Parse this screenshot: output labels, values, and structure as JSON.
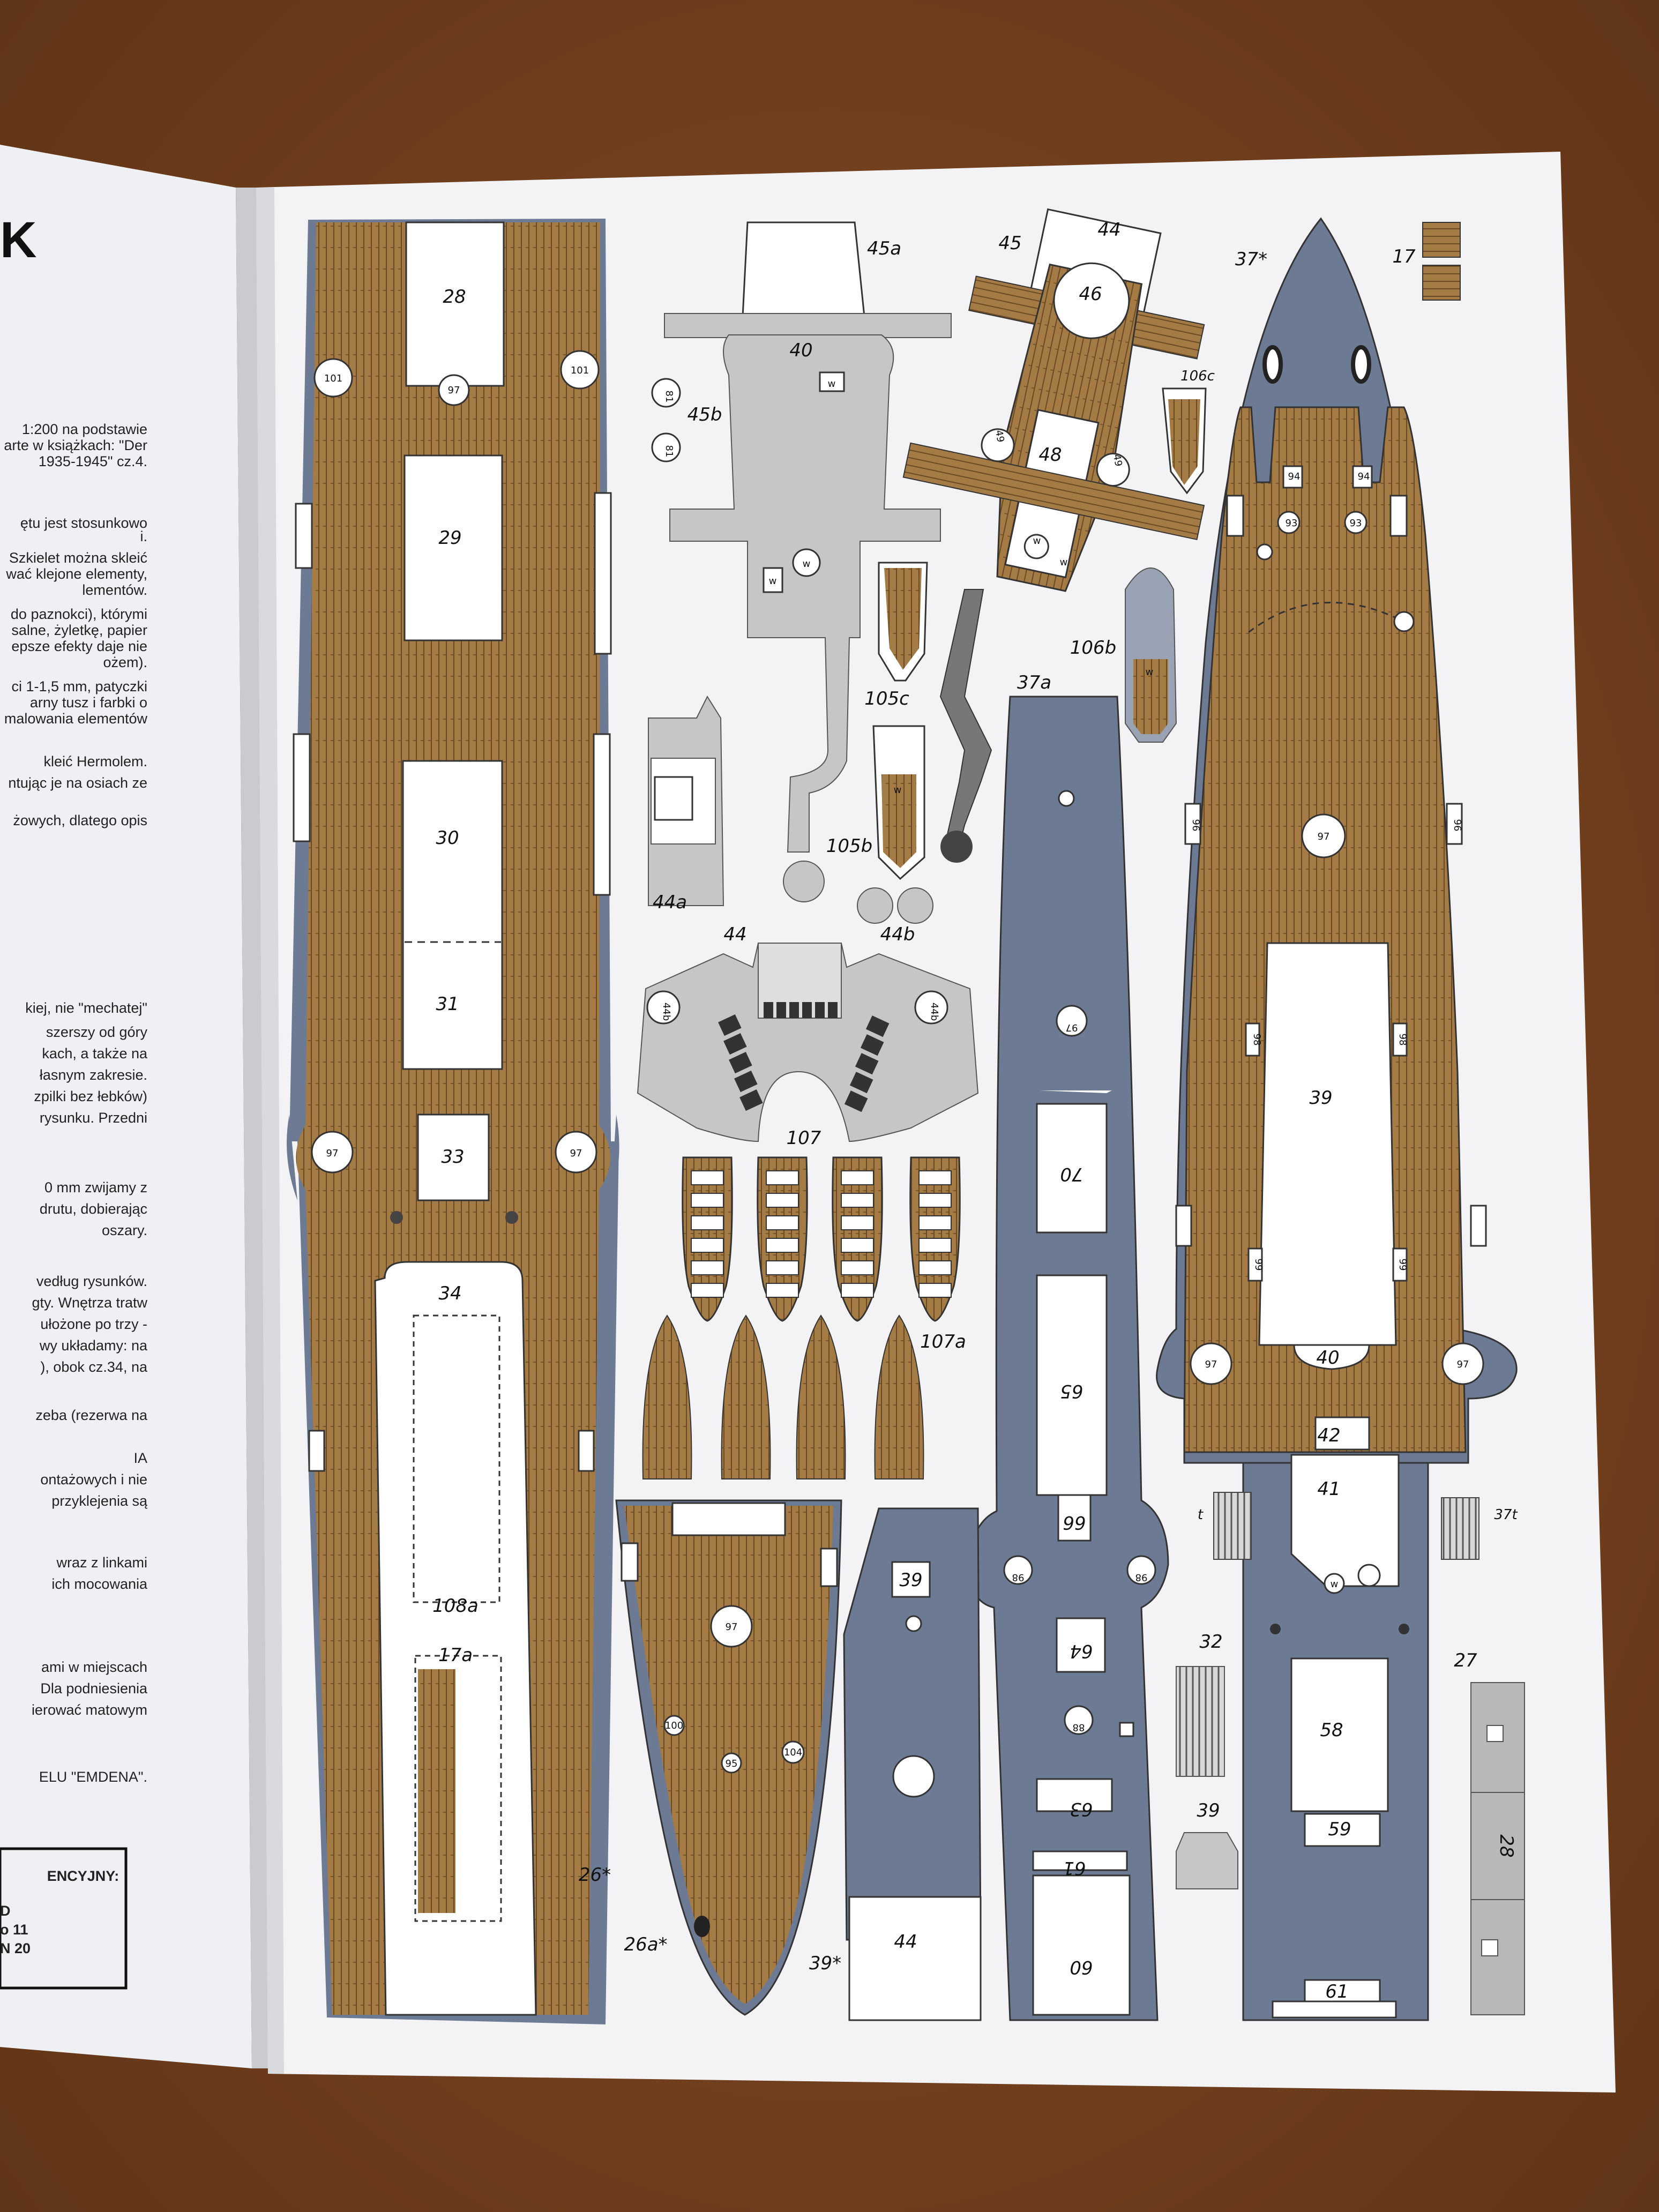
{
  "left_page": {
    "header_fragment": "K",
    "text_lines": [
      "1:200 na podstawie",
      "arte w książkach: \"Der",
      "1935-1945\" cz.4.",
      "ętu jest stosunkowo",
      "i.",
      "Szkielet można skleić",
      "wać klejone elementy,",
      "lementów.",
      "do paznokci), którymi",
      "salne, żyletkę, papier",
      "epsze efekty daje nie",
      "ożem).",
      "ci 1-1,5 mm, patyczki",
      "arny tusz i farbki o",
      "malowania elementów",
      "kleić Hermolem.",
      "ntując je na osiach ze",
      "żowych, dlatego opis",
      "kiej, nie \"mechatej\"",
      "szerszy od góry",
      "kach, a także na",
      "łasnym zakresie.",
      "zpilki bez łebków)",
      "rysunku. Przedni",
      "0 mm zwijamy z",
      "drutu, dobierając",
      "oszary.",
      "vedług rysunków.",
      "gty. Wnętrza tratw",
      "ułożone po trzy -",
      "wy układamy: na",
      "), obok cz.34, na",
      "zeba (rezerwa na",
      "IA",
      "ontażowych i nie",
      "przyklejenia są",
      "wraz z linkami",
      "ich mocowania",
      "ami w miejscach",
      "Dla podniesienia",
      "ierować matowym",
      "ELU \"EMDENA\"."
    ],
    "box_lines": [
      "ENCYJNY:",
      "D",
      "o 11",
      "N 20"
    ]
  },
  "parts": {
    "deck_main_labels": [
      "28",
      "29",
      "30",
      "31",
      "33",
      "34",
      "108a",
      "17a",
      "26*"
    ],
    "circle_labels": [
      "101",
      "101",
      "97",
      "97",
      "97"
    ],
    "bridge_labels": [
      "45a",
      "40",
      "45b",
      "81",
      "81",
      "w",
      "w",
      "w",
      "44a",
      "44",
      "44b",
      "44b",
      "44b"
    ],
    "upper_labels": [
      "45",
      "44",
      "46",
      "48",
      "49",
      "49",
      "w",
      "w",
      "106c",
      "105c",
      "105b",
      "106b",
      "w",
      "w",
      "37a"
    ],
    "boats_labels": [
      "107",
      "107a",
      "w"
    ],
    "bow_labels": [
      "37*",
      "17",
      "94",
      "94",
      "93",
      "93",
      "96",
      "96",
      "97",
      "98",
      "98",
      "99",
      "99",
      "39",
      "40",
      "97",
      "97",
      "42",
      "41",
      "37t",
      "t",
      "w"
    ],
    "center_labels": [
      "70",
      "65",
      "66",
      "64",
      "63",
      "61",
      "60",
      "98",
      "98",
      "88",
      "97"
    ],
    "lower_labels": [
      "26a*",
      "39*",
      "39",
      "44",
      "97",
      "100",
      "104",
      "95",
      "58",
      "59",
      "61",
      "32",
      "39",
      "27",
      "28"
    ]
  },
  "colors": {
    "background": "#7a4420",
    "page": "#f3f3f5",
    "wood": "#a47a45",
    "hull_blue": "#6d7a93",
    "gray": "#c6c6c6",
    "dark_gray": "#9a9a9a"
  }
}
